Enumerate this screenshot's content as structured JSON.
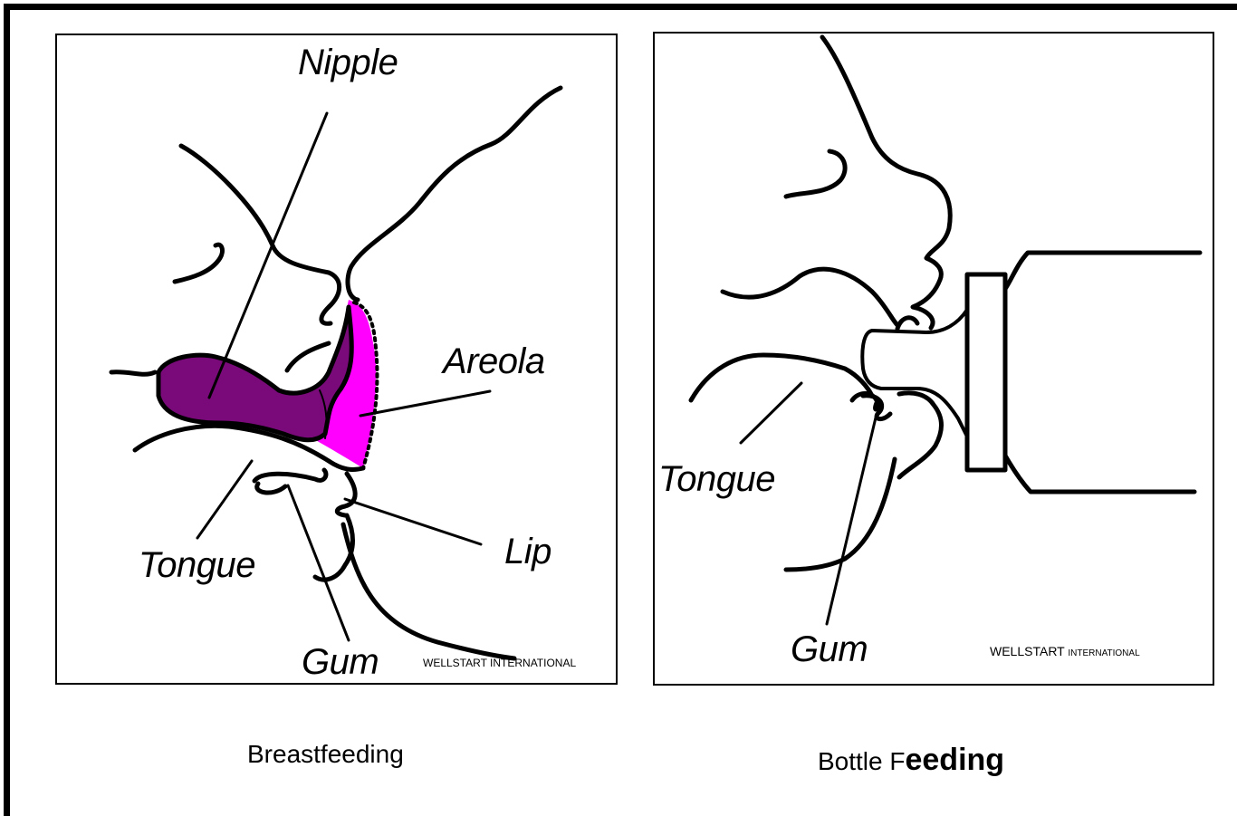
{
  "breastfeeding": {
    "labels": {
      "nipple": "Nipple",
      "areola": "Areola",
      "lip": "Lip",
      "tongue": "Tongue",
      "gum": "Gum"
    },
    "watermark": "WELLSTART INTERNATIONAL",
    "caption": "Breastfeeding",
    "colors": {
      "nipple_fill": "#7a0a7a",
      "areola_fill": "#ff00ff"
    }
  },
  "bottle": {
    "labels": {
      "tongue": "Tongue",
      "gum": "Gum"
    },
    "watermark_main": "WELLSTART",
    "watermark_small": "INTERNATIONAL",
    "caption_prefix": "Bottle F",
    "caption_suffix": "eeding"
  }
}
